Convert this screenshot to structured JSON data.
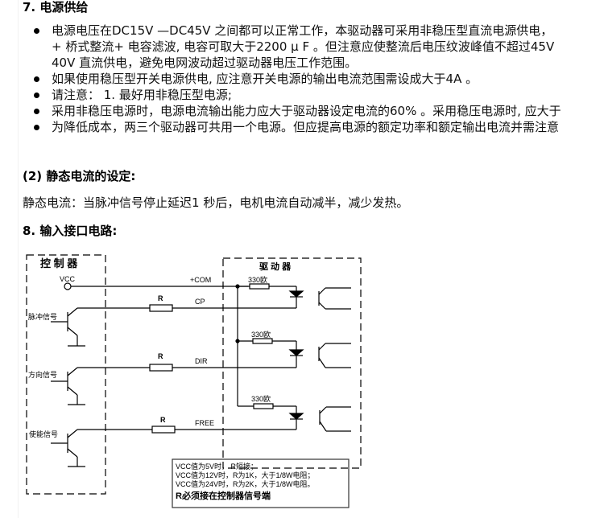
{
  "section7": {
    "title": "7. 电源供给",
    "bullets": [
      {
        "lines": [
          "电源电压在DC15V —DC45V 之间都可以正常工作，本驱动器可采用非稳压型直流电源供电，",
          "+ 桥式整流+ 电容滤波, 电容可取大于2200 μ F 。但注意应使整流后电压纹波峰值不超过45V",
          "40V 直流供电，避免电网波动超过驱动器电压工作范围。"
        ]
      },
      {
        "lines": [
          "如果使用稳压型开关电源供电, 应注意开关电源的输出电流范围需设成大于4A 。"
        ]
      },
      {
        "lines": [
          "请注意：  1. 最好用非稳压型电源;"
        ]
      },
      {
        "lines": [
          "采用非稳压电源时，电源电流输出能力应大于驱动器设定电流的60% 。采用稳压电源时, 应大于"
        ]
      },
      {
        "lines": [
          "为降低成本，两三个驱动器可共用一个电源。但应提高电源的额定功率和额定输出电流并需注意"
        ]
      }
    ]
  },
  "subsection2": {
    "title": "(2) 静态电流的设定:",
    "text": "静态电流：当脉冲信号停止延迟1 秒后，电机电流自动减半，减少发热。"
  },
  "section8": {
    "title": "8. 输入接口电路:"
  },
  "diagram": {
    "controller_label": "控 制 器",
    "driver_label": "驱  动  器",
    "vcc": "VCC",
    "com": "+COM",
    "signals": [
      {
        "name": "脉冲信号",
        "line": "CP",
        "resistor": "R",
        "driver_resistor": "330欧"
      },
      {
        "name": "方向信号",
        "line": "DIR",
        "resistor": "R",
        "driver_resistor": "330欧"
      },
      {
        "name": "使能信号",
        "line": "FREE",
        "resistor": "R",
        "driver_resistor": "330欧"
      }
    ],
    "note_lines": [
      "VCC值为5V时， R短接；",
      "VCC值为12V时，R为1K，大于1/8W电阻；",
      "VCC值为24V时，R为2K，大于1/8W电阻。",
      "R必须接在控制器信号端"
    ]
  }
}
